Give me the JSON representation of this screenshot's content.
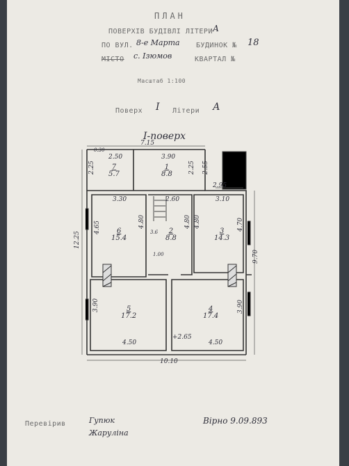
{
  "header": {
    "title": "ПЛАН",
    "floor_line": "ПОВЕРХІВ БУДІВЛІ ЛІТЕРИ",
    "street_prefix": "ПО ВУЛ.",
    "street_value": "8-е Марта",
    "house_label": "БУДИНОК №",
    "house_no": "18",
    "city_prefix": "МІСТО",
    "city_value": "с. Ізюмов",
    "quarter_label": "КВАРТАЛ №",
    "scale_label": "Масштаб 1:100",
    "floor_field_prefix": "Поверх",
    "floor_field_value": "I",
    "liter_label": "Літери",
    "liter_value": "А",
    "floor_title": "I-поверх"
  },
  "plan": {
    "dims": {
      "top_overall": "7.15",
      "bottom_overall": "10.10",
      "left_overall": "12.25",
      "right_overall": "9.70",
      "small_top": "0.30",
      "r7_w": "2.50",
      "r7_h": "2.25",
      "r1_w": "3.90",
      "r1_h": "2.25",
      "terrace_h": "2.55",
      "terrace_w": "2.95",
      "r6_w": "3.30",
      "r6_h_outer": "4.65",
      "r6_h": "4.80",
      "r2_w": "2.60",
      "r2_h": "4.80",
      "r2_sub": "3.6",
      "r2_door": "1.00",
      "r3_w": "3.10",
      "r3_h_left": "4.80",
      "r3_h_right": "4.70",
      "r5_h": "3.90",
      "r5_w": "4.50",
      "r4_h": "3.90",
      "r4_w": "4.50",
      "porch": "+2.65"
    },
    "rooms": [
      {
        "no": "7",
        "area": "5.7"
      },
      {
        "no": "1",
        "area": "8.8"
      },
      {
        "no": "6",
        "area": "15.4"
      },
      {
        "no": "2",
        "area": "8.8"
      },
      {
        "no": "3",
        "area": "14.3"
      },
      {
        "no": "5",
        "area": "17.2"
      },
      {
        "no": "4",
        "area": "17.4"
      }
    ]
  },
  "footer": {
    "checked_label": "Перевірив",
    "checked_sign": "Гупюк",
    "drawn_sign": "Жаруліна",
    "note": "Вірно 9.09.893"
  }
}
